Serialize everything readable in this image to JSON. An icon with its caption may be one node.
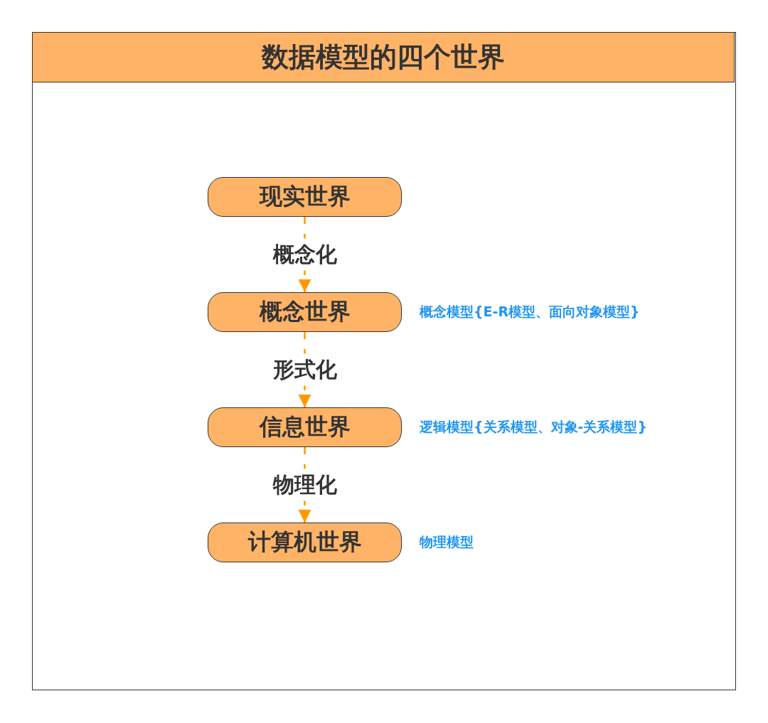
{
  "diagram": {
    "title": "数据模型的四个世界",
    "nodes": [
      {
        "text": [
          "现实世界"
        ]
      },
      {
        "text": [
          "概念世界"
        ],
        "beside": [
          "概念模型{E-R模型、面向对象模型}"
        ]
      },
      {
        "text": [
          "信息世界"
        ],
        "beside": [
          "逻辑模型{关系模型、对象-关系模型}"
        ]
      },
      {
        "text": [
          "计算机世界"
        ],
        "beside": [
          "物理模型"
        ]
      }
    ],
    "edges": [
      {
        "from": 0,
        "to": 1,
        "arrow": "to",
        "label": "概念化",
        "style": "dashed"
      },
      {
        "from": 1,
        "to": 2,
        "arrow": "to",
        "label": "形式化",
        "style": "dashed"
      },
      {
        "from": 2,
        "to": 3,
        "arrow": "to",
        "label": "物理化",
        "style": "dashed"
      }
    ]
  }
}
